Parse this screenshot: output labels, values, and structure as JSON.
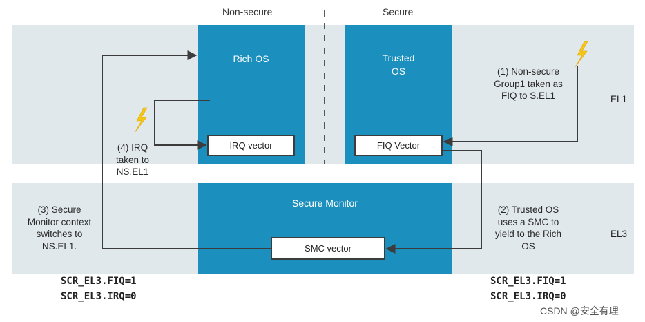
{
  "columns": {
    "non_secure": "Non-secure",
    "secure": "Secure"
  },
  "levels": {
    "el1": "EL1",
    "el3": "EL3"
  },
  "blocks": {
    "rich_os": "Rich OS",
    "trusted_os_line1": "Trusted",
    "trusted_os_line2": "OS",
    "secure_monitor": "Secure Monitor"
  },
  "vectors": {
    "irq": "IRQ vector",
    "fiq": "FIQ Vector",
    "smc": "SMC vector"
  },
  "steps": {
    "step1": [
      "(1) Non-secure",
      "Group1 taken as",
      "FIQ to S.EL1"
    ],
    "step2": [
      "(2) Trusted OS",
      "uses a SMC to",
      "yield to the Rich",
      "OS"
    ],
    "step3": [
      "(3) Secure",
      "Monitor context",
      "switches to",
      "NS.EL1."
    ],
    "step4": [
      "(4) IRQ",
      "taken to",
      "NS.EL1"
    ]
  },
  "registers_left": [
    "SCR_EL3.FIQ=1",
    "SCR_EL3.IRQ=0"
  ],
  "registers_right": [
    "SCR_EL3.FIQ=1",
    "SCR_EL3.IRQ=0"
  ],
  "watermark": "CSDN @安全有理",
  "colors": {
    "band": "#e1e8ec",
    "block": "#1b8fbd",
    "line": "#3c3c3c",
    "lightning": "#f5c518"
  }
}
